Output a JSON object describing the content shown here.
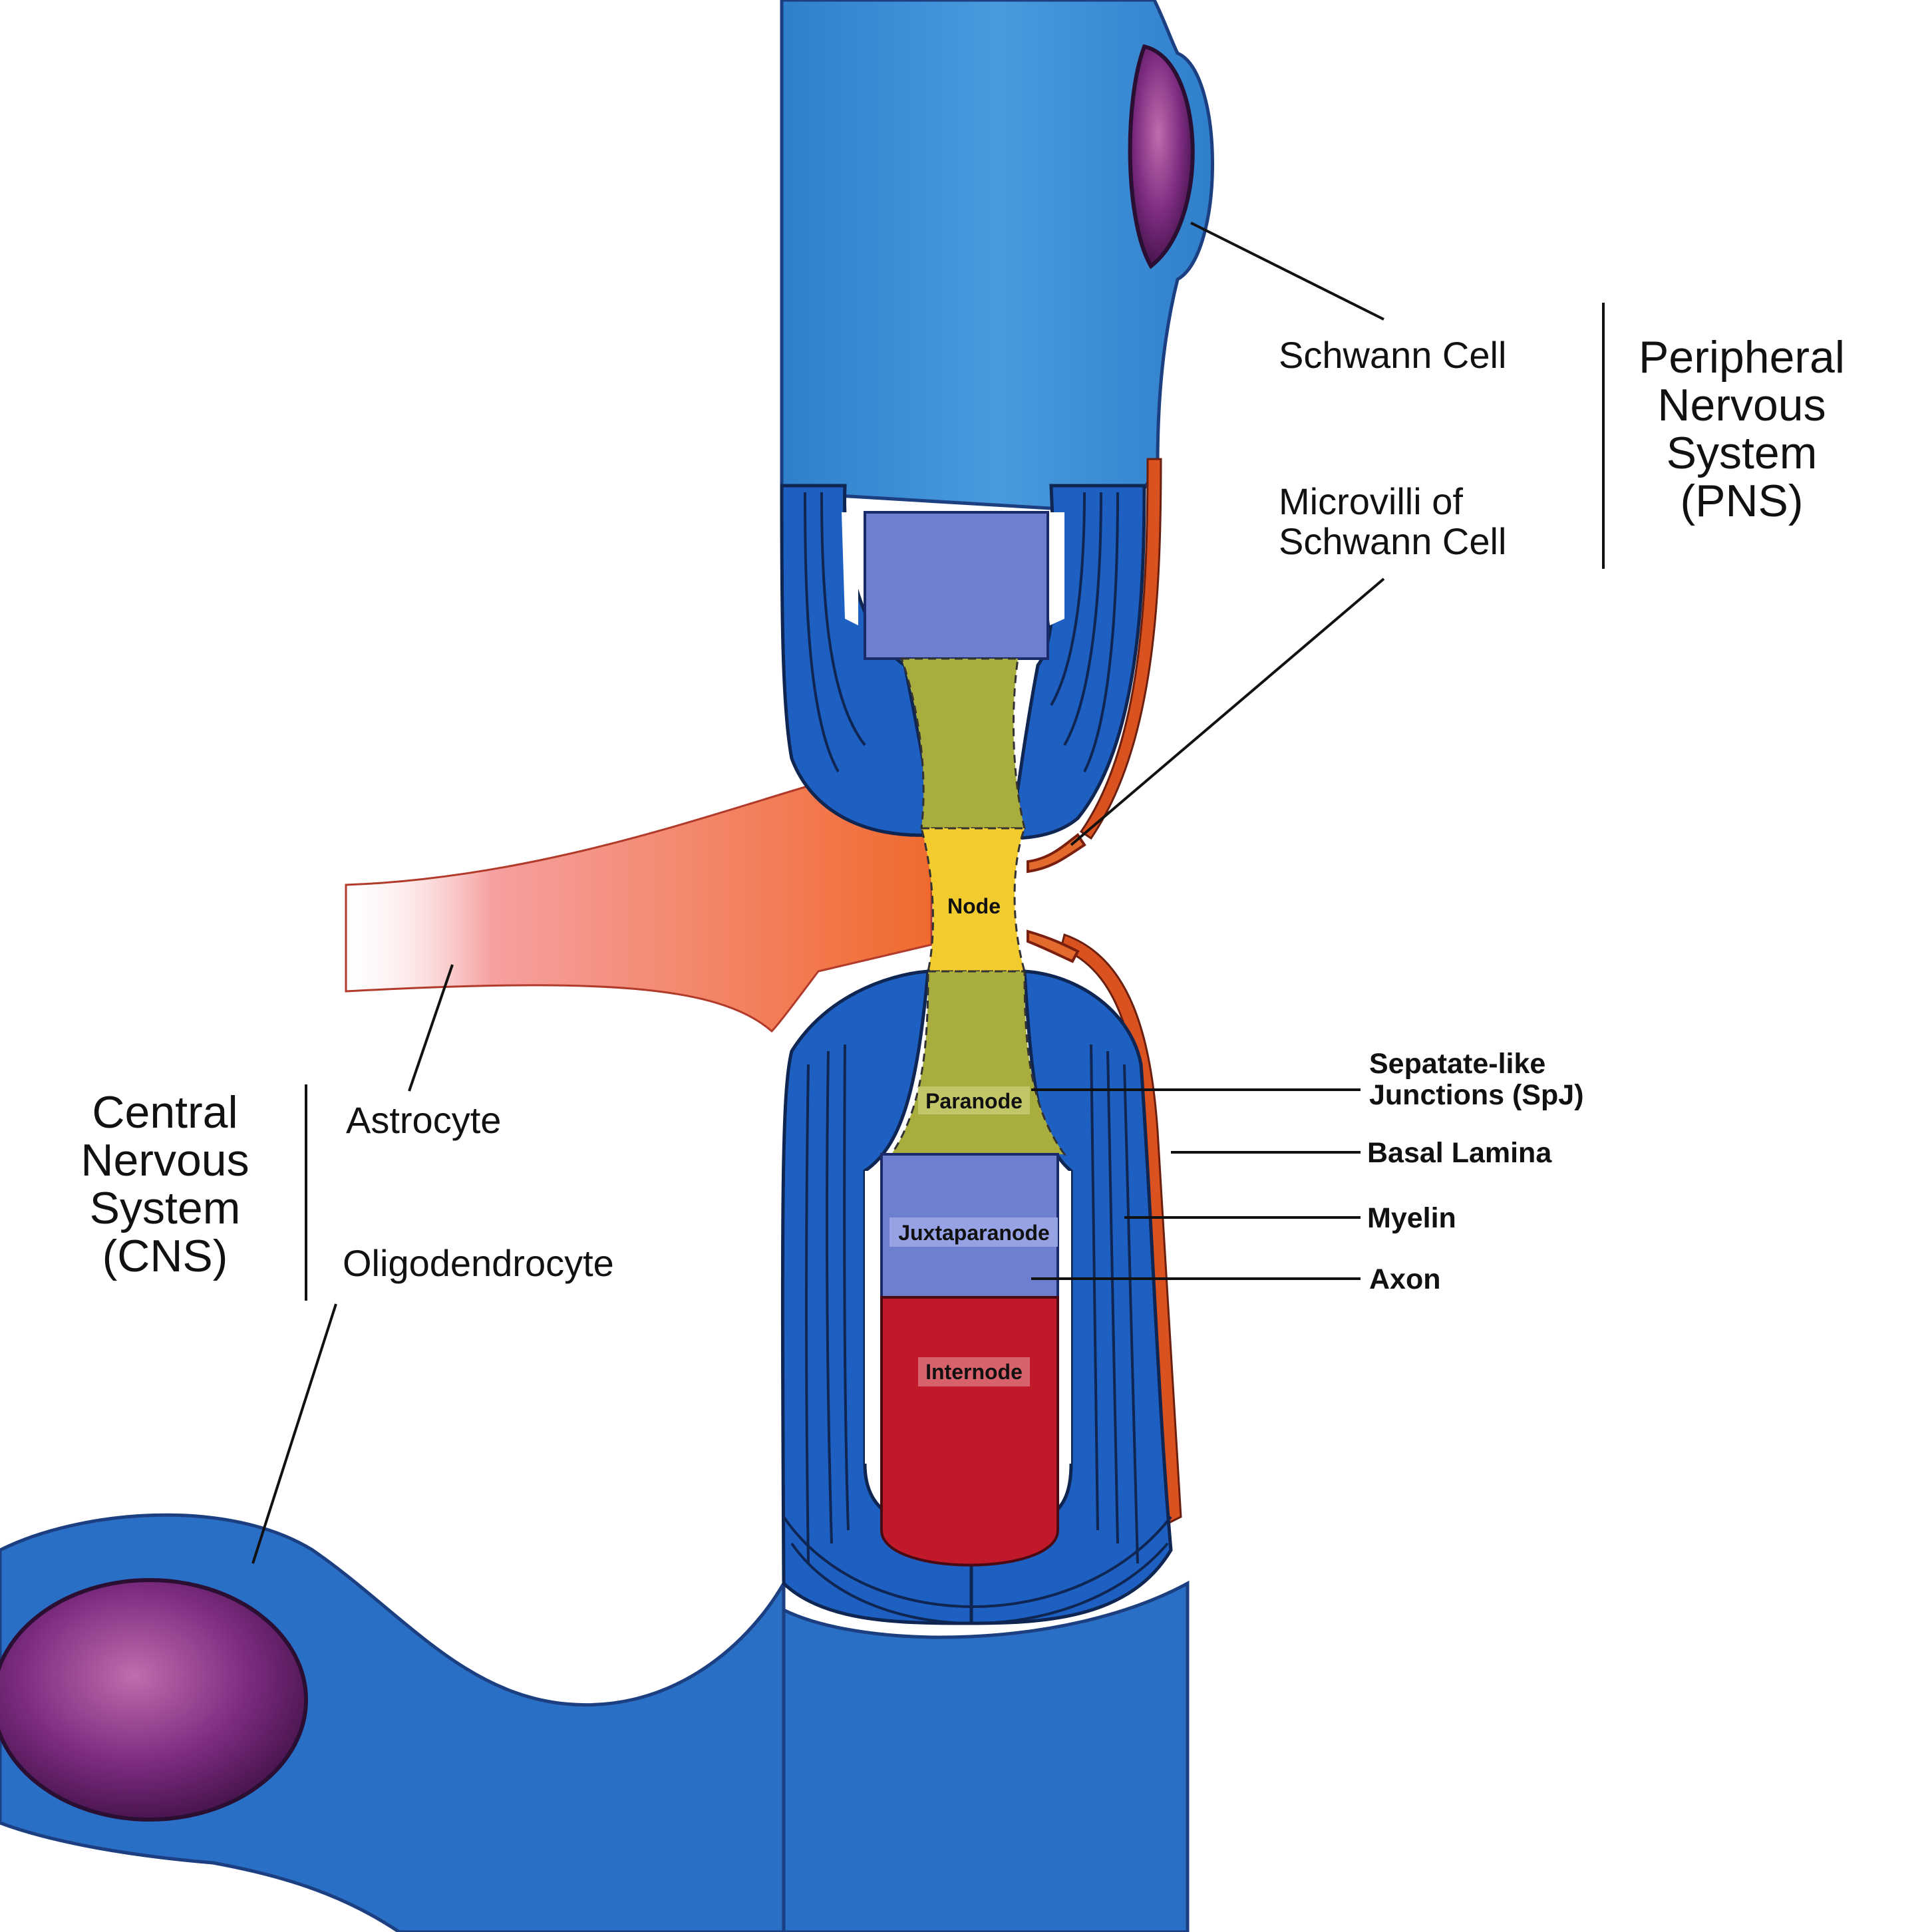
{
  "colors": {
    "myelin_blue": "#1e5fc2",
    "schwann_blue": "#3f8fd6",
    "nucleus_purple": "#7a2a7f",
    "astrocyte_orange": "#f27a3a",
    "basal_lamina": "#d9521f",
    "paranode_green": "#a8ad3e",
    "node_yellow": "#f2cc2e",
    "juxtaparanode_blue": "#6e7fd0",
    "internode_red": "#c0192a"
  },
  "labels": {
    "schwann_cell": "Schwann Cell",
    "microvilli_line1": "Microvilli of",
    "microvilli_line2": "Schwann Cell",
    "pns_line1": "Peripheral",
    "pns_line2": "Nervous",
    "pns_line3": "System",
    "pns_line4": "(PNS)",
    "cns_line1": "Central",
    "cns_line2": "Nervous",
    "cns_line3": "System",
    "cns_line4": "(CNS)",
    "astrocyte": "Astrocyte",
    "oligodendrocyte": "Oligodendrocyte",
    "spj_line1": "Sepatate-like",
    "spj_line2": "Junctions (SpJ)",
    "basal_lamina": "Basal Lamina",
    "myelin": "Myelin",
    "axon": "Axon"
  },
  "regions": {
    "node": "Node",
    "paranode": "Paranode",
    "juxtaparanode": "Juxtaparanode",
    "internode": "Internode"
  }
}
